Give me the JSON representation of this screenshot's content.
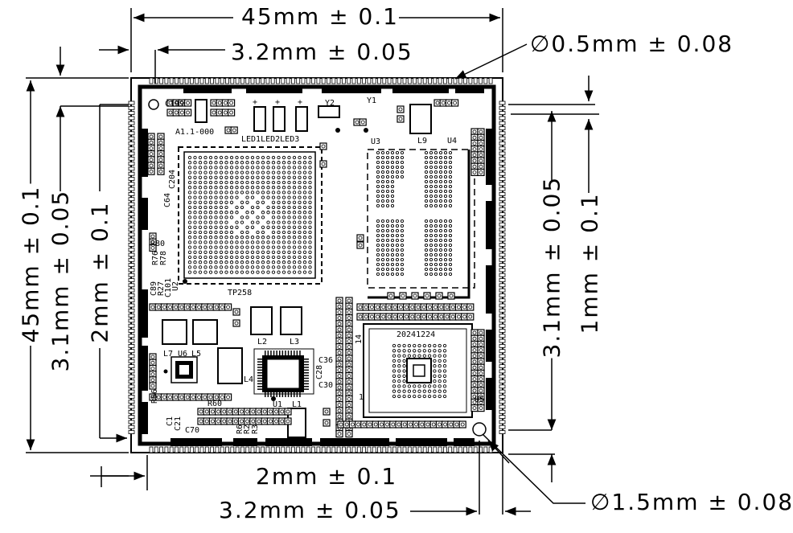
{
  "dimensions": {
    "top_width": "45mm ± 0.1",
    "top_pitch": "3.2mm ± 0.05",
    "top_hole": "∅0.5mm ± 0.08",
    "left_height": "45mm ± 0.1",
    "left_pitch": "3.1mm ± 0.05",
    "left_offset": "2mm ± 0.1",
    "right_pitch": "3.1mm ± 0.05",
    "right_offset": "1mm ± 0.1",
    "bottom_offset": "2mm ± 0.1",
    "bottom_pitch": "3.2mm ± 0.05",
    "bottom_hole": "∅1.5mm ± 0.08"
  },
  "silkscreen": {
    "c199": "C199",
    "version": "A1.1-000",
    "leds": "LED1LED2LED3",
    "y1": "Y1",
    "y2": "Y2",
    "u3": "U3",
    "l9": "L9",
    "u4": "U4",
    "c204": "C204",
    "c64": "C64",
    "r80": "R80",
    "r76": "R76",
    "r78": "R78",
    "c89": "C89",
    "r27": "R27",
    "c101": "C101",
    "u2": "U2",
    "tp258": "TP258",
    "l2": "L2",
    "l3": "L3",
    "date_code": "20241224",
    "l7": "L7",
    "u6": "U6",
    "l5": "L5",
    "l4": "L4",
    "c36": "C36",
    "c28": "C28",
    "c30": "C30",
    "r56": "R56",
    "r60": "R60",
    "u1": "U1",
    "l1": "L1",
    "c1": "C1",
    "c21": "C21",
    "c70": "C70",
    "r6": "R6",
    "r2": "R2",
    "r3": "R3",
    "u5": "U5",
    "pin14": "14",
    "pin1": "1"
  }
}
